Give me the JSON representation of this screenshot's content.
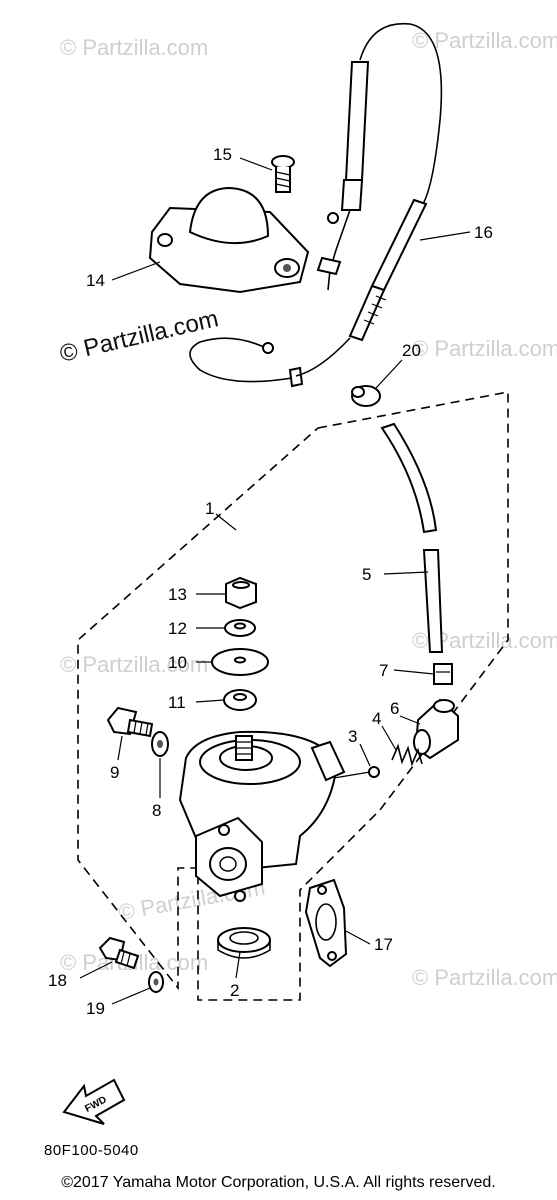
{
  "watermarks": {
    "light": "© Partzilla.com",
    "dark": "© Partzilla.com"
  },
  "callouts": [
    {
      "id": "1",
      "label": "1"
    },
    {
      "id": "2",
      "label": "2"
    },
    {
      "id": "3",
      "label": "3"
    },
    {
      "id": "4",
      "label": "4"
    },
    {
      "id": "5",
      "label": "5"
    },
    {
      "id": "6",
      "label": "6"
    },
    {
      "id": "7",
      "label": "7"
    },
    {
      "id": "8",
      "label": "8"
    },
    {
      "id": "9",
      "label": "9"
    },
    {
      "id": "10",
      "label": "10"
    },
    {
      "id": "11",
      "label": "11"
    },
    {
      "id": "12",
      "label": "12"
    },
    {
      "id": "13",
      "label": "13"
    },
    {
      "id": "14",
      "label": "14"
    },
    {
      "id": "15",
      "label": "15"
    },
    {
      "id": "16",
      "label": "16"
    },
    {
      "id": "17",
      "label": "17"
    },
    {
      "id": "18",
      "label": "18"
    },
    {
      "id": "19",
      "label": "19"
    },
    {
      "id": "20",
      "label": "20"
    }
  ],
  "fwd_label": "FWD",
  "diagram_code": "80F100-5040",
  "copyright": "©2017 Yamaha Motor Corporation, U.S.A. All rights reserved."
}
